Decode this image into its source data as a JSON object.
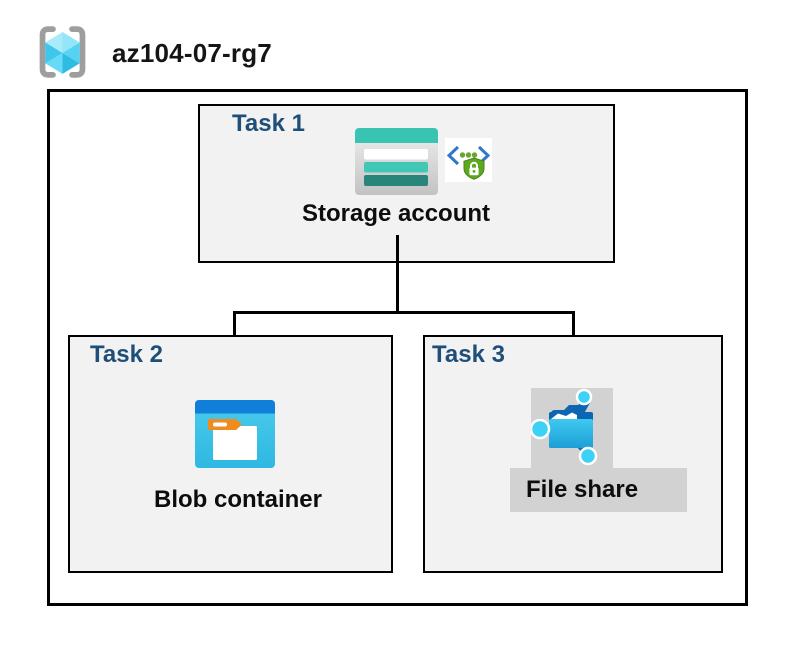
{
  "header": {
    "resource_group_name": "az104-07-rg7",
    "icon": "resource-group-icon"
  },
  "tasks": [
    {
      "label": "Task 1",
      "node": "Storage account",
      "icons": [
        "storage-account-icon",
        "private-endpoint-icon"
      ]
    },
    {
      "label": "Task 2",
      "node": "Blob container",
      "icons": [
        "blob-container-icon"
      ]
    },
    {
      "label": "Task 3",
      "node": "File share",
      "icons": [
        "file-share-icon"
      ]
    }
  ],
  "connections": [
    {
      "from": "Storage account",
      "to": "Blob container"
    },
    {
      "from": "Storage account",
      "to": "File share"
    }
  ],
  "colors": {
    "task_label": "#1F4E79",
    "box_fill": "#F2F2F2",
    "border": "#000000",
    "gray_backdrop": "#D2D2D2",
    "storage_teal": "#3AC3B2",
    "storage_teal_dark": "#27857A",
    "blob_bar_blue": "#0F7FDA",
    "blob_body_cyan": "#3DC4E9",
    "tab_orange": "#F08C1E",
    "fileshare_blue": "#0E65B2",
    "fileshare_cyan": "#2FBCEC",
    "shield_green": "#5CA81F",
    "code_bracket_blue": "#2E79C7",
    "rg_bracket_gray": "#9E9E9E",
    "rg_cube_cyan": "#55D3F2"
  }
}
